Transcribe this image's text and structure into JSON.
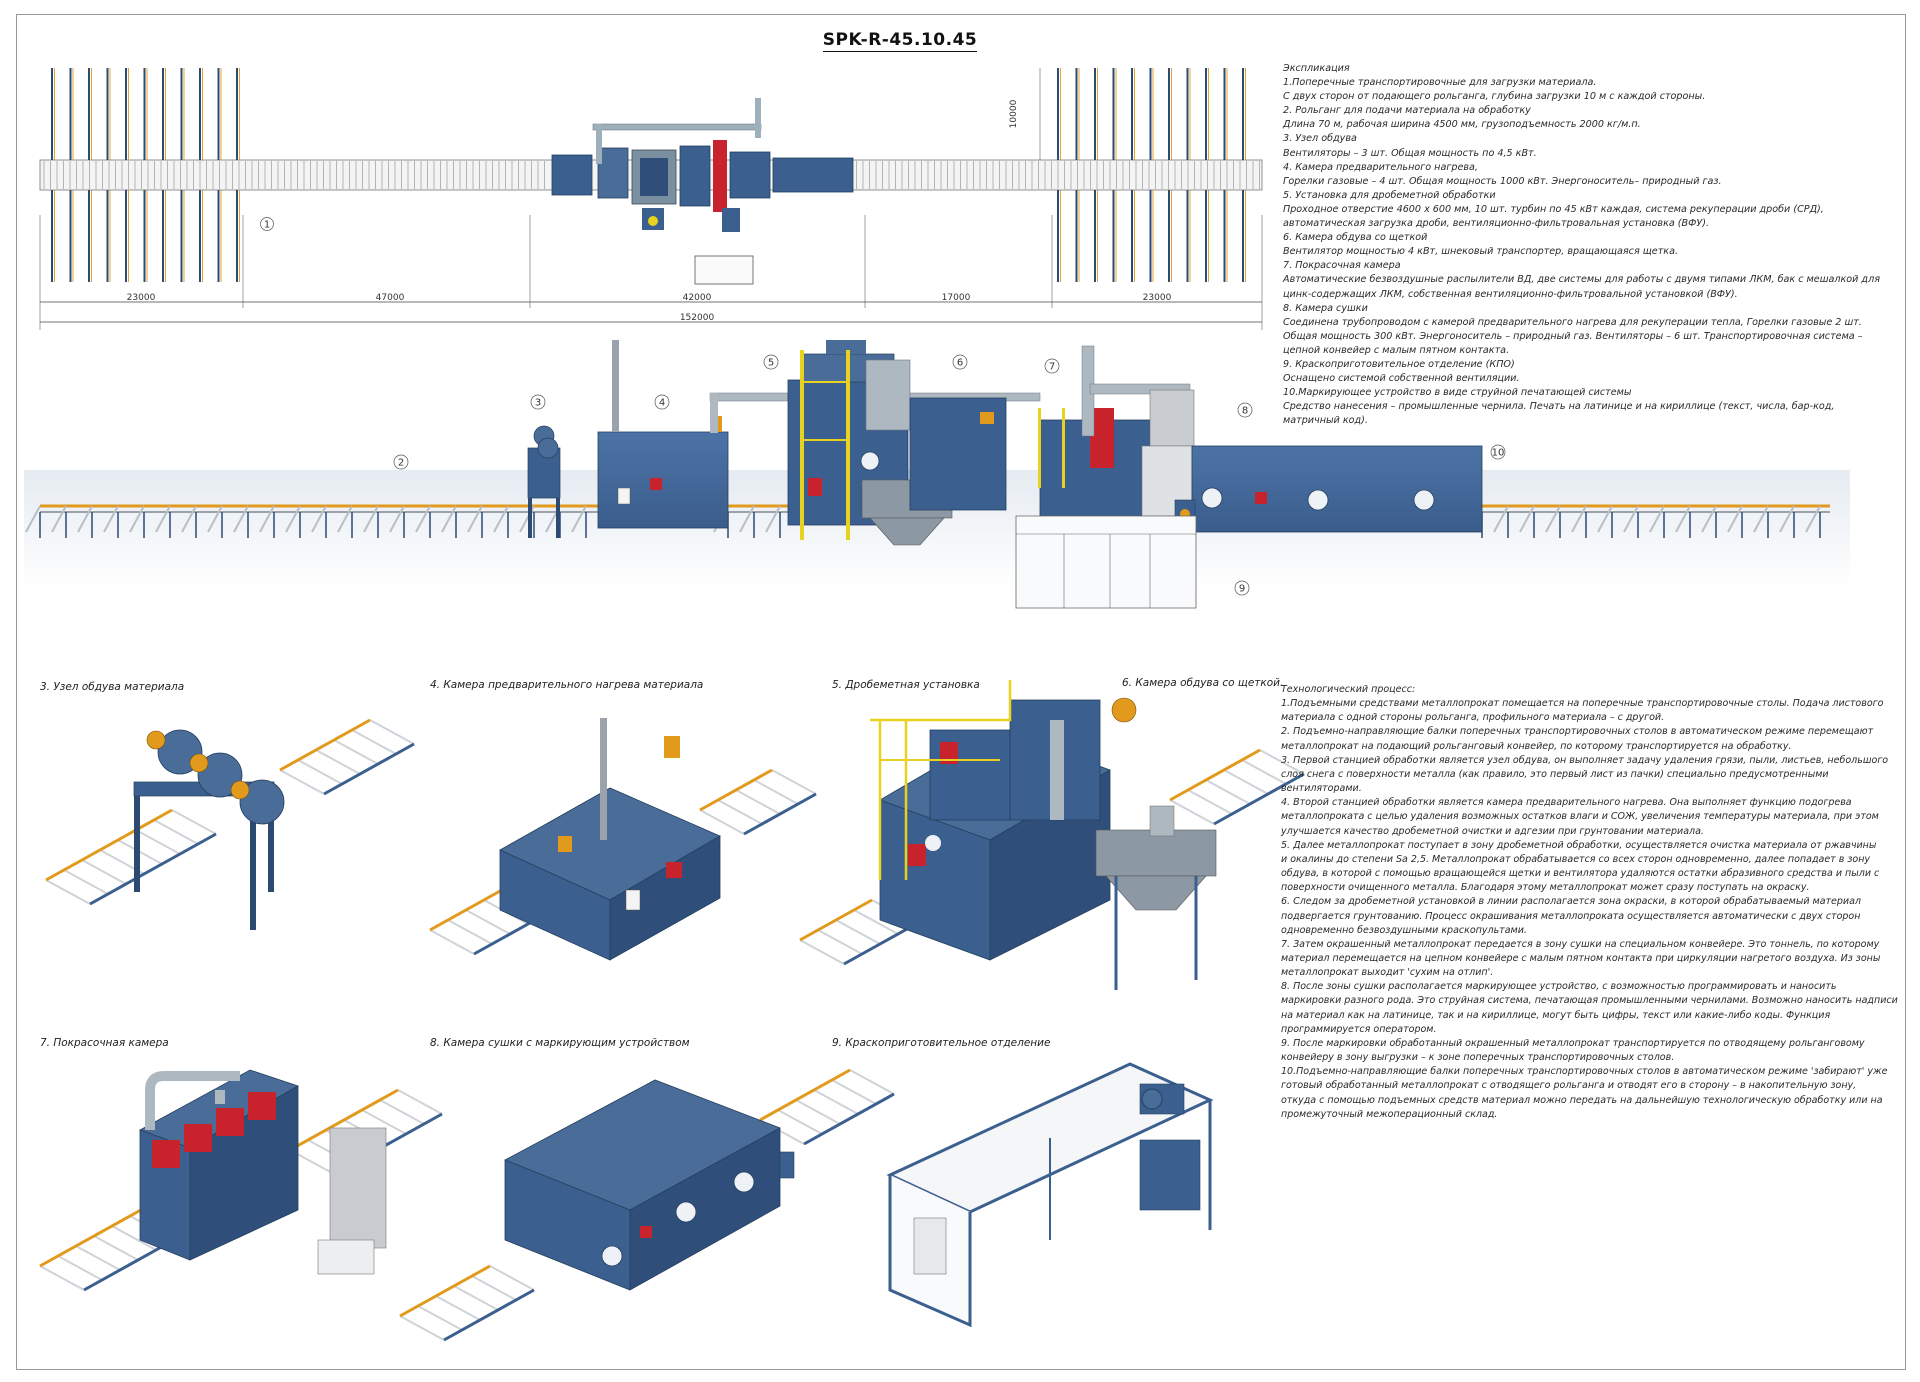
{
  "title": "SPK-R-45.10.45",
  "plan": {
    "dimensions": [
      "23000",
      "47000",
      "42000",
      "17000",
      "23000"
    ],
    "total": "152000",
    "depth": "10000",
    "marker": "1"
  },
  "side_view": {
    "markers": [
      "2",
      "3",
      "4",
      "5",
      "6",
      "7",
      "8",
      "9",
      "10"
    ]
  },
  "explication": [
    "Экспликация",
    "1.Поперечные транспортировочные для загрузки материала.",
    "С двух сторон от подающего рольганга, глубина загрузки 10 м с каждой стороны.",
    "2.  Рольганг для подачи материала на обработку",
    "Длина 70 м, рабочая ширина 4500 мм, грузоподъемность 2000 кг/м.п.",
    "3.  Узел обдува",
    "Вентиляторы – 3 шт. Общая мощность по 4,5 кВт.",
    "4.  Камера предварительного нагрева,",
    "Горелки газовые – 4 шт. Общая мощность 1000 кВт. Энергоноситель– природный газ.",
    "5.  Установка для дробеметной обработки",
    "Проходное отверстие 4600 х 600 мм, 10 шт. турбин по 45 кВт каждая, система рекуперации дроби (СРД),",
    "автоматическая загрузка дроби, вентиляционно-фильтровальная установка (ВФУ).",
    "6.  Камера обдува со щеткой",
    "Вентилятор мощностью 4 кВт, шнековый транспортер, вращающаяся щетка.",
    "7.  Покрасочная камера",
    "Автоматические безвоздушные распылители ВД, две системы для работы с двумя типами ЛКМ, бак с мешалкой для",
    "цинк-содержащих ЛКМ, собственная вентиляционно-фильтровальной установкой (ВФУ).",
    "8.  Камера сушки",
    "Соединена трубопроводом с камерой предварительного нагрева для рекуперации тепла, Горелки газовые 2 шт.",
    "Общая мощность 300 кВт. Энергоноситель – природный газ. Вентиляторы – 6 шт. Транспортировочная система –",
    "цепной конвейер с малым пятном контакта.",
    "9.  Краскоприготовительное отделение (КПО)",
    "Оснащено системой собственной вентиляции.",
    "10.Маркирующее устройство в виде струйной печатающей системы",
    "Средство нанесения – промышленные чернила. Печать на латинице и на кириллице (текст, числа, бар-код,",
    "матричный код)."
  ],
  "captions": {
    "c3": "3. Узел обдува материала",
    "c4": "4. Камера предварительного нагрева материала",
    "c5": "5. Дробеметная установка",
    "c6": "6. Камера обдува со щеткой.",
    "c7": "7. Покрасочная камера",
    "c8": "8. Камера сушки с маркирующим устройством",
    "c9": "9. Краскоприготовительное отделение"
  },
  "process": [
    "Технологический процесс:",
    "1.Подъемными средствами металлопрокат помещается на поперечные транспортировочные столы. Подача листового",
    "материала с одной стороны рольганга, профильного материала – с другой.",
    "2.  Подъемно-направляющие балки поперечных транспортировочных столов в автоматическом режиме перемещают",
    "металлопрокат на подающий рольганговый конвейер, по которому транспортируется на обработку.",
    "3.  Первой станцией обработки является узел обдува, он выполняет задачу удаления грязи, пыли, листьев, небольшого",
    "слоя снега с поверхности металла (как правило, это первый лист из пачки) специально предусмотренными",
    "вентиляторами.",
    "4.  Второй станцией обработки является камера предварительного нагрева. Она выполняет функцию подогрева",
    "металлопроката с целью удаления возможных остатков влаги и СОЖ, увеличения температуры материала, при этом",
    "улучшается качество дробеметной очистки и адгезии при грунтовании материала.",
    "5.  Далее металлопрокат поступает в зону дробеметной обработки, осуществляется очистка материала от ржавчины",
    "и окалины до степени Sa 2,5. Металлопрокат обрабатывается со всех сторон одновременно, далее попадает в зону",
    "обдува, в которой с помощью вращающейся щетки и вентилятора удаляются остатки абразивного средства и пыли с",
    "поверхности очищенного металла. Благодаря этому металлопрокат может сразу поступать на окраску.",
    "6.  Следом за дробеметной установкой в линии располагается зона окраски, в которой обрабатываемый материал",
    "подвергается грунтованию. Процесс окрашивания металлопроката осуществляется автоматически с двух сторон",
    "одновременно безвоздушными краскопультами.",
    "7.  Затем окрашенный металлопрокат передается в зону сушки на специальном конвейере. Это тоннель, по которому",
    "материал перемещается на цепном конвейере с малым пятном контакта при циркуляции нагретого воздуха. Из зоны",
    "металлопрокат выходит 'сухим на отлип'.",
    "8.  После зоны сушки располагается маркирующее устройство, с возможностью программировать и  наносить",
    "маркировки разного рода. Это струйная система, печатающая промышленными чернилами. Возможно наносить надписи",
    "на материал как на латинице, так и на кириллице, могут быть цифры, текст или какие-либо коды. Функция",
    "программируется оператором.",
    "9.  После маркировки обработанный окрашенный металлопрокат транспортируется по отводящему рольганговому",
    "конвейеру в зону выгрузки – к зоне поперечных транспортировочных столов.",
    "10.Подъемно-направляющие балки поперечных транспортировочных столов в автоматическом режиме 'забирают' уже",
    "готовый обработанный металлопрокат с отводящего рольганга и отводят его в сторону – в накопительную зону,",
    "откуда с помощью подъемных средств материал можно передать на дальнейшую технологическую обработку или на",
    "промежуточный межоперационный склад."
  ],
  "colors": {
    "machine_blue": "#3b5f8f",
    "machine_dark": "#2c4a72",
    "accent_orange": "#e29a1c",
    "accent_red": "#c8232c",
    "steel_grey": "#b9bec5",
    "safety_yellow": "#e8d21e"
  }
}
